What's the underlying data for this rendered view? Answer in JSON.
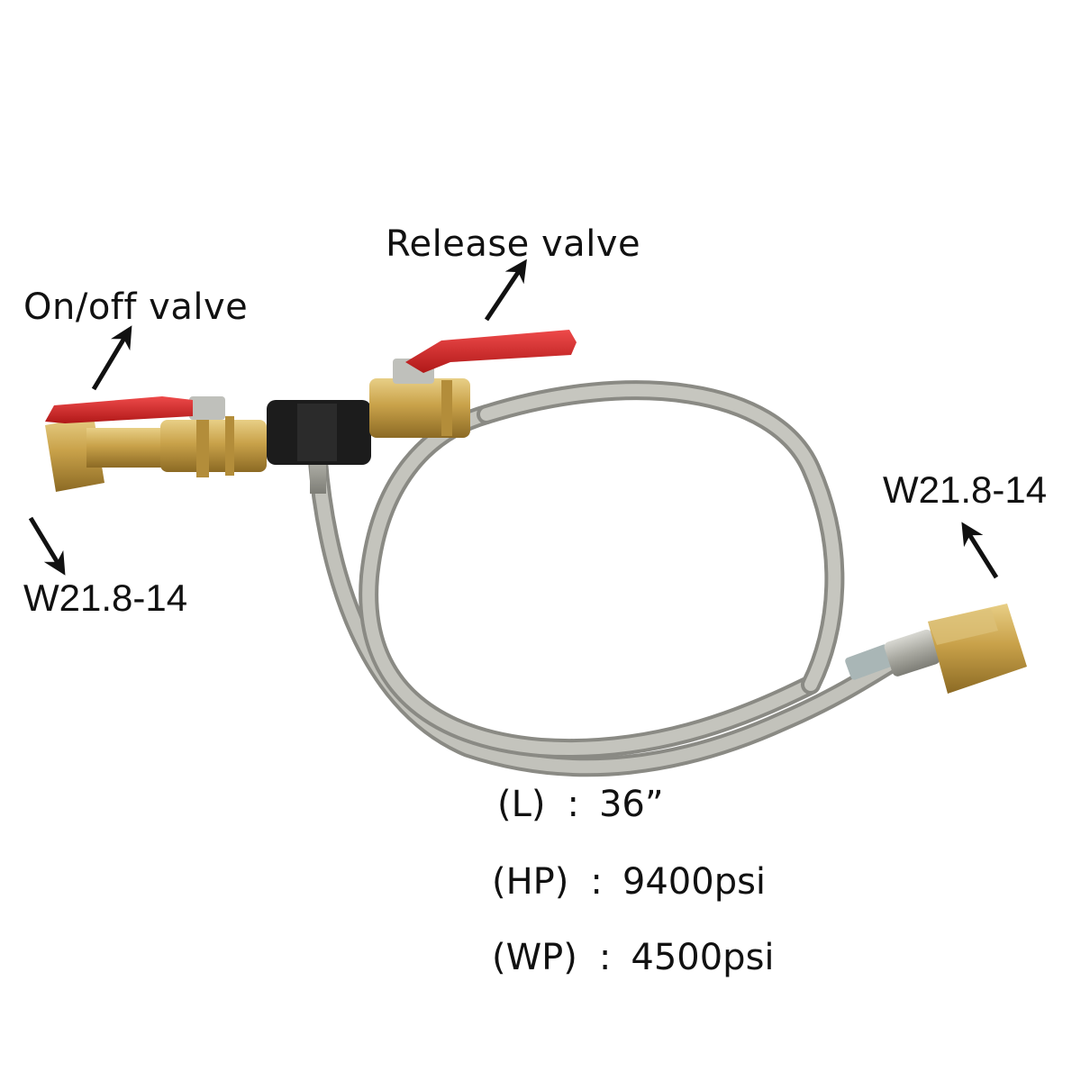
{
  "annotations": {
    "on_off_valve": "On/off valve",
    "release_valve": "Release valve",
    "thread_left": "W21.8-14",
    "thread_right": "W21.8-14"
  },
  "specs": [
    {
      "key": "(L)",
      "sep": ":",
      "value": "36”"
    },
    {
      "key": "(HP)",
      "sep": ":",
      "value": "9400psi"
    },
    {
      "key": "(WP)",
      "sep": ":",
      "value": "4500psi"
    }
  ],
  "icons": {
    "arrows": [
      "arrow-up-right",
      "arrow-up-right",
      "arrow-down-right",
      "arrow-up-left"
    ]
  },
  "colors": {
    "brass": "#c9a24a",
    "handle_red": "#d42a2a",
    "hose_steel": "#a8a8a0",
    "tee_black": "#1c1c1c",
    "text": "#111111"
  }
}
